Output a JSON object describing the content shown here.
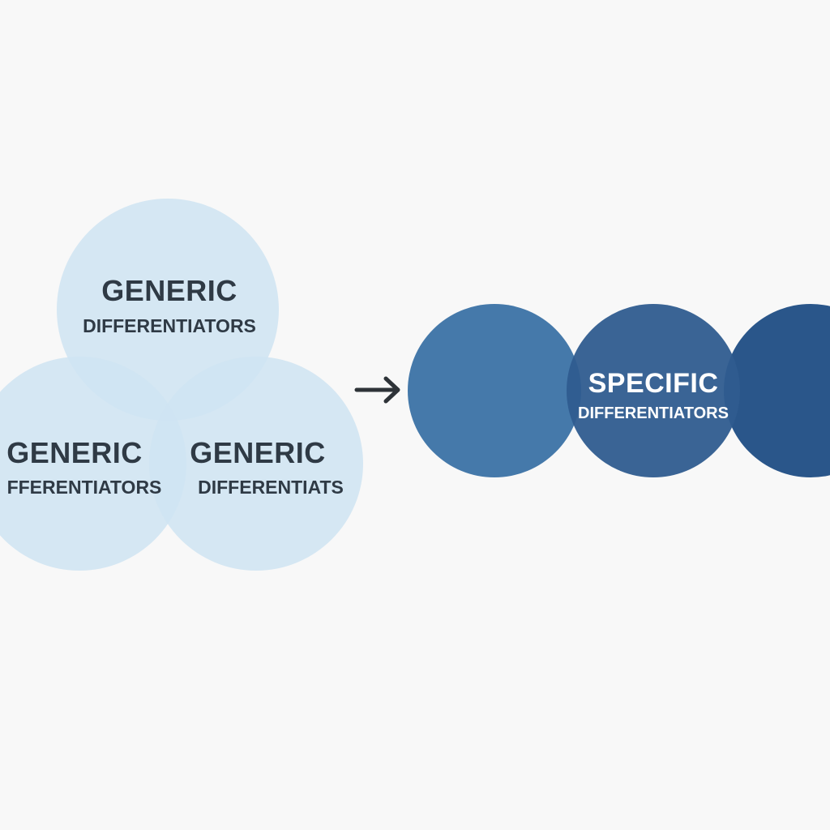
{
  "generic_group": {
    "top": {
      "title": "GENERIC",
      "subtitle": "DIFFERENTIATORS"
    },
    "left": {
      "title": "GENERIC",
      "subtitle": "FFERENTIATORS"
    },
    "right": {
      "title": "GENERIC",
      "subtitle": "DIFFERENTIATS"
    }
  },
  "arrow": {
    "icon": "arrow-right-icon"
  },
  "specific_group": {
    "center": {
      "title": "SPECIFIC",
      "subtitle": "DIFFERENTIATORS"
    }
  },
  "colors": {
    "background": "#f8f8f8",
    "generic_circle": "#cfe4f2",
    "specific_circle_light": "#4579aa",
    "specific_circle_mid": "#2f5c8f",
    "specific_circle_dark": "#2a568a",
    "text_dark": "#2f3a45",
    "text_light": "#ffffff"
  }
}
